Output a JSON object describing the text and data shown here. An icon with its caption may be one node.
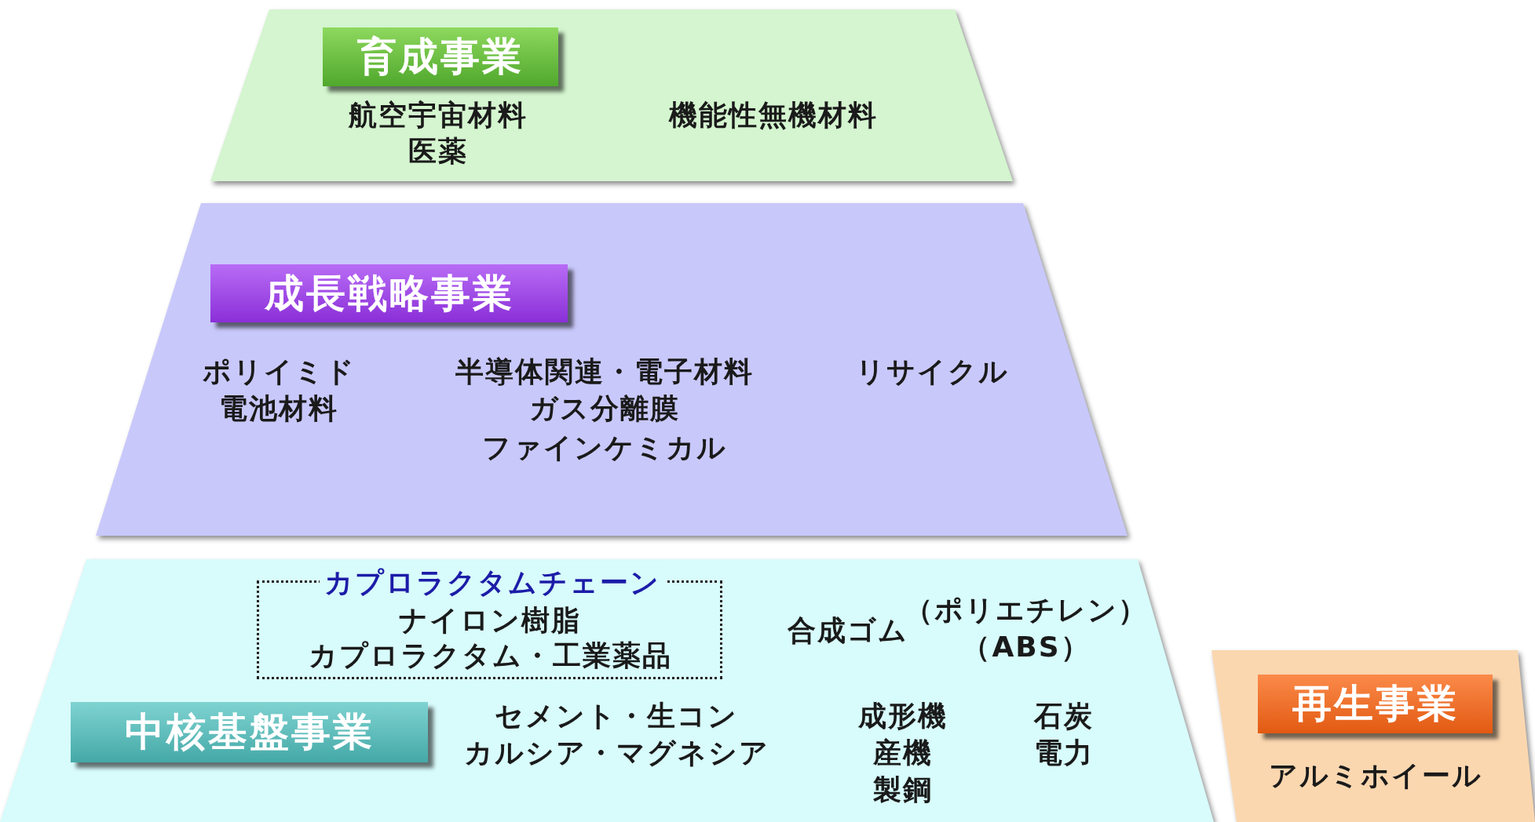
{
  "diagram": {
    "nodes": [
      {
        "text": [
          "育成事業",
          "航空宇宙材料",
          "医薬",
          "機能性無機材料"
        ]
      },
      {
        "text": [
          "成長戦略事業",
          "ポリイミド",
          "電池材料",
          "半導体関連・電子材料",
          "ガス分離膜",
          "ファインケミカル",
          "リサイクル"
        ]
      },
      {
        "text": [
          "中核基盤事業",
          "合成ゴム",
          "（ポリエチレン）",
          "（ABS）",
          "セメント・生コン",
          "カルシア・マグネシア",
          "成形機",
          "産機",
          "製鋼",
          "石炭",
          "電力"
        ]
      },
      {
        "text": [
          "カプロラクタムチェーン",
          "ナイロン樹脂",
          "カプロラクタム・工業薬品"
        ],
        "in": 2
      },
      {
        "text": [
          "再生事業",
          "アルミホイール"
        ]
      }
    ]
  }
}
